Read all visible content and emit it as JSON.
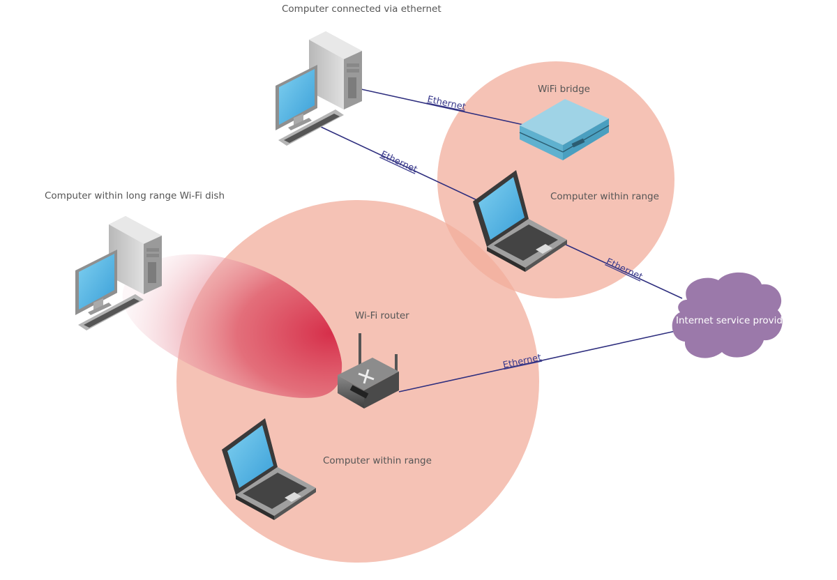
{
  "diagram": {
    "title": "Wireless network diagram",
    "colors": {
      "range_circle": "#f2b0a0",
      "dish_beam": "#d9374f",
      "cable": "#2e2e7e",
      "cloud": "#9b79aa",
      "label_text": "#555555"
    },
    "nodes": [
      {
        "id": "desktop-ethernet",
        "type": "desktop",
        "label": "Computer connected via ethernet"
      },
      {
        "id": "wifi-bridge",
        "type": "bridge",
        "label": "WiFi bridge"
      },
      {
        "id": "laptop-bridge",
        "type": "laptop",
        "label": "Computer within range"
      },
      {
        "id": "desktop-dish",
        "type": "desktop",
        "label": "Computer within long range Wi-Fi dish"
      },
      {
        "id": "wifi-router",
        "type": "router",
        "label": "Wi-Fi router"
      },
      {
        "id": "laptop-router",
        "type": "laptop",
        "label": "Computer within range"
      },
      {
        "id": "isp",
        "type": "cloud",
        "label": "Internet service provider"
      }
    ],
    "links": [
      {
        "from": "desktop-ethernet",
        "to": "wifi-bridge",
        "label": "Ethernet"
      },
      {
        "from": "desktop-ethernet",
        "to": "laptop-bridge",
        "label": "Ethernet"
      },
      {
        "from": "laptop-bridge",
        "to": "isp",
        "label": "Ethernet"
      },
      {
        "from": "wifi-router",
        "to": "isp",
        "label": "Ethernet"
      }
    ]
  }
}
